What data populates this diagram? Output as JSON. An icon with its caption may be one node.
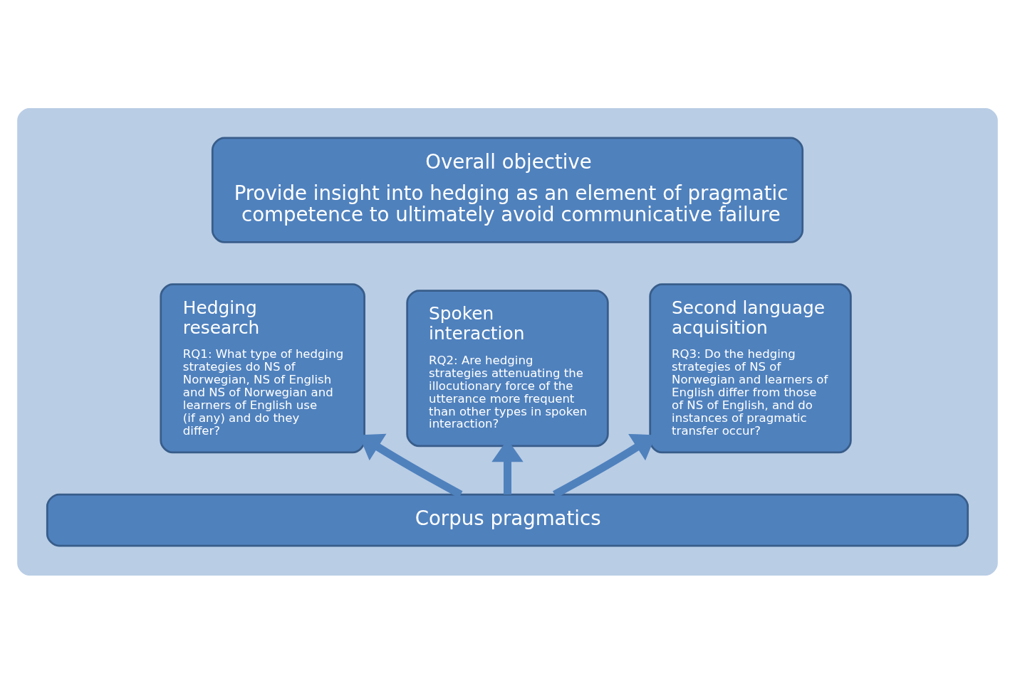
{
  "diagram": {
    "nodes": [
      {
        "text": [],
        "shape": "box"
      },
      {
        "text": [
          "Overall objective",
          "Provide insight into hedging as an element of pragmatic competence to ultimately avoid communicative failure"
        ],
        "in": 0
      },
      {
        "text": [
          "Hedging research",
          "RQ1: What type of hedging strategies do NS of Norwegian, NS of English and NS of Norwegian and learners of English use (if any) and do they differ?"
        ],
        "in": 0
      },
      {
        "text": [
          "Spoken interaction",
          "RQ2: Are hedging strategies attenuating the illocutionary force of the utterance more frequent than other types in spoken interaction?"
        ],
        "in": 0
      },
      {
        "text": [
          "Second language acquisition",
          "RQ3: Do the hedging strategies of NS of Norwegian and learners of English differ from those of NS of English, and do instances of pragmatic transfer occur?"
        ],
        "in": 0
      },
      {
        "text": [
          "Corpus pragmatics"
        ],
        "in": 0
      }
    ],
    "edges": [
      {
        "from": 5,
        "to": 2,
        "arrow": "to"
      },
      {
        "from": 5,
        "to": 3,
        "arrow": "to"
      },
      {
        "from": 5,
        "to": 4,
        "arrow": "to"
      }
    ]
  }
}
